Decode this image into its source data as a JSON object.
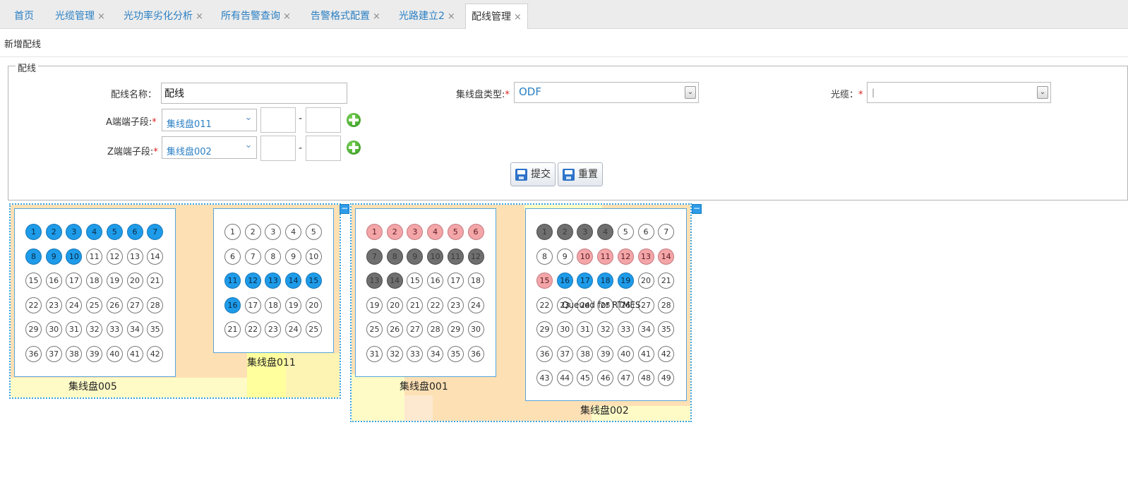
{
  "tabs": [
    {
      "label": "首页",
      "close": ""
    },
    {
      "label": "光缆管理",
      "close": "×"
    },
    {
      "label": "光功率劣化分析",
      "close": "×"
    },
    {
      "label": "所有告警查询",
      "close": "×"
    },
    {
      "label": "告警格式配置",
      "close": "×"
    },
    {
      "label": "光路建立2",
      "close": "×"
    },
    {
      "label": "配线管理",
      "close": "×"
    }
  ],
  "page": {
    "title": "新增配线"
  },
  "form": {
    "legend": "配线",
    "name_label": "配线名称：",
    "name_value": "配线",
    "panel_type_label": "集线盘类型:",
    "panel_type_value": "ODF",
    "cable_label": "光缆：",
    "cable_value": "|",
    "a_label": "A端端子段:",
    "a_value": "集线盘011",
    "z_label": "Z端端子段:",
    "z_value": "集线盘002",
    "dash": "-",
    "required_mark": "*",
    "arrow": "⌄",
    "submit_label": "提交",
    "reset_label": "重置"
  },
  "diagram": {
    "collapse_symbol": "−",
    "overlay_text": "Queued for RTMES",
    "panels": [
      {
        "name": "集线盘005",
        "cols": 7,
        "count": 42,
        "blue": [
          1,
          2,
          3,
          4,
          5,
          6,
          7,
          8,
          9,
          10
        ],
        "pink": [],
        "gray": []
      },
      {
        "name": "集线盘011",
        "cols": 5,
        "count": 25,
        "blue": [
          11,
          12,
          13,
          14,
          15,
          16
        ],
        "pink": [],
        "gray": []
      },
      {
        "name": "集线盘001",
        "cols": 6,
        "count": 36,
        "blue": [],
        "pink": [
          1,
          2,
          3,
          4,
          5,
          6
        ],
        "gray": [
          7,
          8,
          9,
          10,
          11,
          12,
          13,
          14
        ]
      },
      {
        "name": "集线盘002",
        "cols": 7,
        "count": 49,
        "blue": [
          16,
          17,
          18,
          19
        ],
        "pink": [
          10,
          11,
          12,
          13,
          14,
          15
        ],
        "gray": [
          1,
          2,
          3,
          4
        ]
      }
    ]
  }
}
